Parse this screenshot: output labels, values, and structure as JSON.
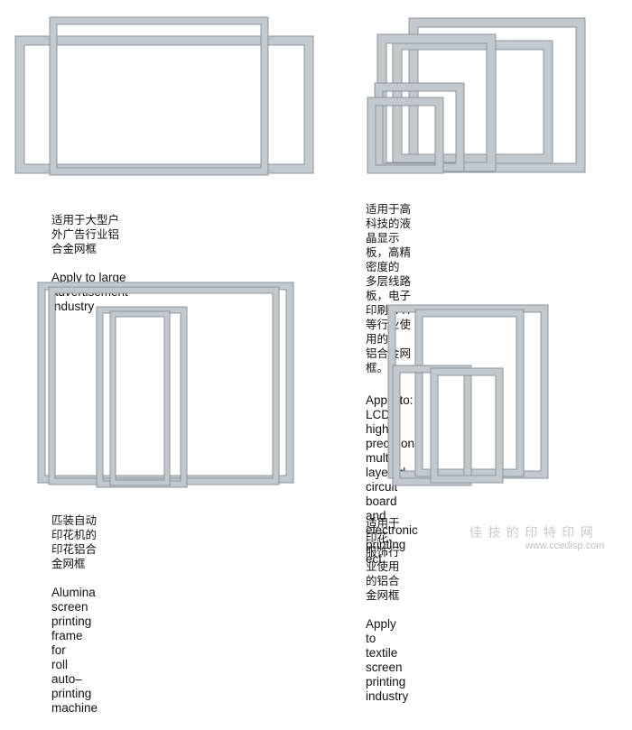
{
  "panels": [
    {
      "zh": "适用于大型户外广告行业铝合金网框",
      "en": "Apply to large advertisement industry"
    },
    {
      "zh": "适用于高科技的液晶显示板，高精密度的\n多层线路板，电子印刷SMT等行业使用的\n铝合金网框。",
      "en": "Apply to:  LCD, high precision\nmulti–layered circuit board and electronic\nprinting ect."
    },
    {
      "zh": "匹装自动印花机的印花铝合金网框",
      "en": "Alumina screen printing frame for\nroll auto–printing machine"
    },
    {
      "zh": "适用于印花、服饰行业使用的铝合金网框",
      "en": "Apply to textile screen printing industry"
    }
  ],
  "watermark": {
    "cn": "佳 技 的 印 特 印 网",
    "url": "www.ccedisp.com"
  },
  "colors": {
    "frame_fill": "#c3c8cd",
    "frame_edge": "#8e949a",
    "frame_light": "#e6e9ec"
  }
}
